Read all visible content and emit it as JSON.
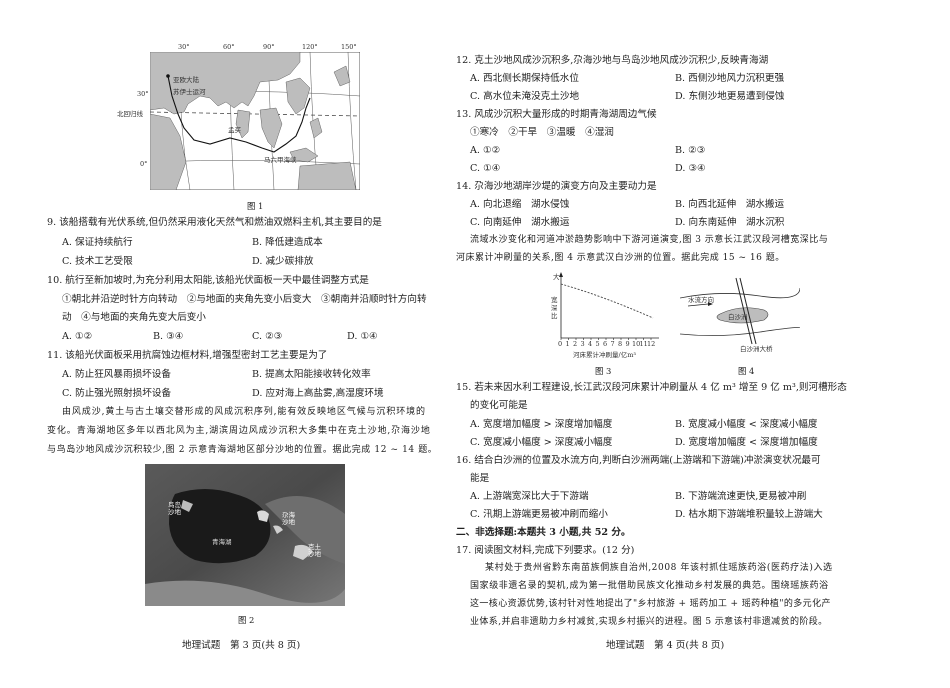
{
  "figure1": {
    "caption": "图 1",
    "lon_labels": [
      "30°",
      "60°",
      "90°",
      "120°",
      "150°"
    ],
    "lat_labels": [
      "30°",
      "0°"
    ],
    "place_labels": [
      "亚欧大陆",
      "苏伊士运河",
      "北回归线",
      "孟买",
      "马六甲海峡"
    ]
  },
  "q9": {
    "stem": "9. 该船搭载有光伏系统,但仍然采用液化天然气和燃油双燃料主机,其主要目的是",
    "options": [
      "A. 保证持续航行",
      "B. 降低建造成本",
      "C. 技术工艺受限",
      "D. 减少碳排放"
    ]
  },
  "q10": {
    "stem": "10. 航行至新加坡时,为充分利用太阳能,该船光伏面板一天中最佳调整方式是",
    "items_line1": "①朝北并沿逆时针方向转动　②与地面的夹角先变小后变大　③朝南并沿顺时针方向转",
    "items_line2": "动　④与地面的夹角先变大后变小",
    "options": [
      "A. ①②",
      "B. ③④",
      "C. ②③",
      "D. ①④"
    ]
  },
  "q11": {
    "stem": "11. 该船光伏面板采用抗腐蚀边框材料,增强型密封工艺主要是为了",
    "options": [
      "A. 防止狂风暴雨损坏设备",
      "B. 提高太阳能接收转化效率",
      "C. 防止强光照射损坏设备",
      "D. 应对海上高盐雾,高湿度环境"
    ]
  },
  "passage_left": {
    "lines": [
      "由风成沙,黄土与古土壤交替形成的风成沉积序列,能有效反映地区气候与沉积环境的",
      "变化。青海湖地区多年以西北风为主,湖滨周边风成沙沉积大多集中在克土沙地,尕海沙地",
      "与鸟岛沙地风成沙沉积较少,图 2 示意青海湖地区部分沙地的位置。据此完成 12 ~ 14 题。"
    ]
  },
  "figure2": {
    "caption": "图 2",
    "labels": [
      "鸟岛沙地",
      "尕海沙地",
      "青海湖",
      "克土沙地"
    ]
  },
  "footer_left": "地理试题　第 3 页(共 8 页)",
  "q12": {
    "stem": "12. 克土沙地风成沙沉积多,尕海沙地与鸟岛沙地风成沙沉积少,反映青海湖",
    "options": [
      "A. 西北侧长期保持低水位",
      "B. 西侧沙地风力沉积更强",
      "C. 高水位未淹没克土沙地",
      "D. 东侧沙地更易遭到侵蚀"
    ]
  },
  "q13": {
    "stem": "13. 风成沙沉积大量形成的时期青海湖周边气候",
    "items": "①寒冷　②干旱　③温暖　④湿润",
    "options": [
      "A. ①②",
      "B. ②③",
      "C. ①④",
      "D. ③④"
    ]
  },
  "q14": {
    "stem": "14. 尕海沙地湖岸沙堤的演变方向及主要动力是",
    "options": [
      "A. 向北退缩　湖水侵蚀",
      "B. 向西北延伸　湖水搬运",
      "C. 向南延伸　湖水搬运",
      "D. 向东南延伸　湖水沉积"
    ]
  },
  "passage_right": {
    "lines": [
      "流域水沙变化和河道冲淤趋势影响中下游河道演变,图 3 示意长江武汉段河槽宽深比与",
      "河床累计冲刷量的关系,图 4 示意武汉白沙洲的位置。据此完成 15 ~ 16 题。"
    ]
  },
  "figure3": {
    "caption": "图 3",
    "ylabel": "宽深比",
    "ytop": "大",
    "xlabel": "河床累计冲刷量/亿m³",
    "xticks": [
      "0",
      "1",
      "2",
      "3",
      "4",
      "5",
      "6",
      "7",
      "8",
      "9",
      "10",
      "11",
      "12"
    ]
  },
  "figure4": {
    "caption": "图 4",
    "labels": [
      "水流方向",
      "白沙洲",
      "白沙洲大桥"
    ]
  },
  "q15": {
    "stem_line1": "15. 若未来因水利工程建设,长江武汉段河床累计冲刷量从 4 亿 m³ 增至 9 亿 m³,则河槽形态",
    "stem_line2": "的变化可能是",
    "options": [
      "A. 宽度增加幅度 > 深度增加幅度",
      "B. 宽度减小幅度 < 深度减小幅度",
      "C. 宽度减小幅度 > 深度减小幅度",
      "D. 宽度增加幅度 < 深度增加幅度"
    ]
  },
  "q16": {
    "stem_line1": "16. 结合白沙洲的位置及水流方向,判断白沙洲两端(上游端和下游端)冲淤演变状况最可",
    "stem_line2": "能是",
    "options": [
      "A. 上游端宽深比大于下游端",
      "B. 下游端流速更快,更易被冲刷",
      "C. 汛期上游端更易被冲刷而缩小",
      "D. 枯水期下游端堆积量较上游端大"
    ]
  },
  "section2": "二、非选择题:本题共 3 小题,共 52 分。",
  "q17": {
    "stem": "17. 阅读图文材料,完成下列要求。(12 分)",
    "lines": [
      "某村处于贵州省黔东南苗族侗族自治州,2008 年该村抓住瑶族药浴(医药疗法)入选",
      "国家级非遗名录的契机,成为第一批借助民族文化推动乡村发展的典范。围绕瑶族药浴",
      "这一核心资源优势,该村针对性地提出了\"乡村旅游 + 瑶药加工 + 瑶药种植\"的多元化产",
      "业体系,并启非遗助力乡村减贫,实现乡村振兴的进程。图 5 示意该村非遗减贫的阶段。"
    ]
  },
  "footer_right": "地理试题　第 4 页(共 8 页)"
}
